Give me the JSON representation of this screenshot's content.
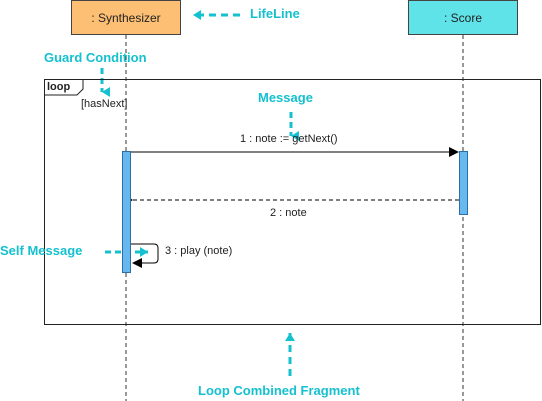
{
  "lifelines": {
    "synthesizer": ": Synthesizer",
    "score": ": Score"
  },
  "fragment": {
    "operator": "loop",
    "guard": "[hasNext]"
  },
  "messages": {
    "get_next": "1 : note := getNext()",
    "return_note": "2 : note",
    "self_play": "3 : play (note)"
  },
  "callouts": {
    "lifeline": "LifeLine",
    "guard_condition": "Guard Condition",
    "message": "Message",
    "self_message": "Self Message",
    "loop_fragment": "Loop Combined Fragment"
  },
  "colors": {
    "synthesizer_head": "#FDBF73",
    "score_head": "#5FE3E8",
    "activation": "#66B8EE",
    "callout": "#15C0CF"
  }
}
